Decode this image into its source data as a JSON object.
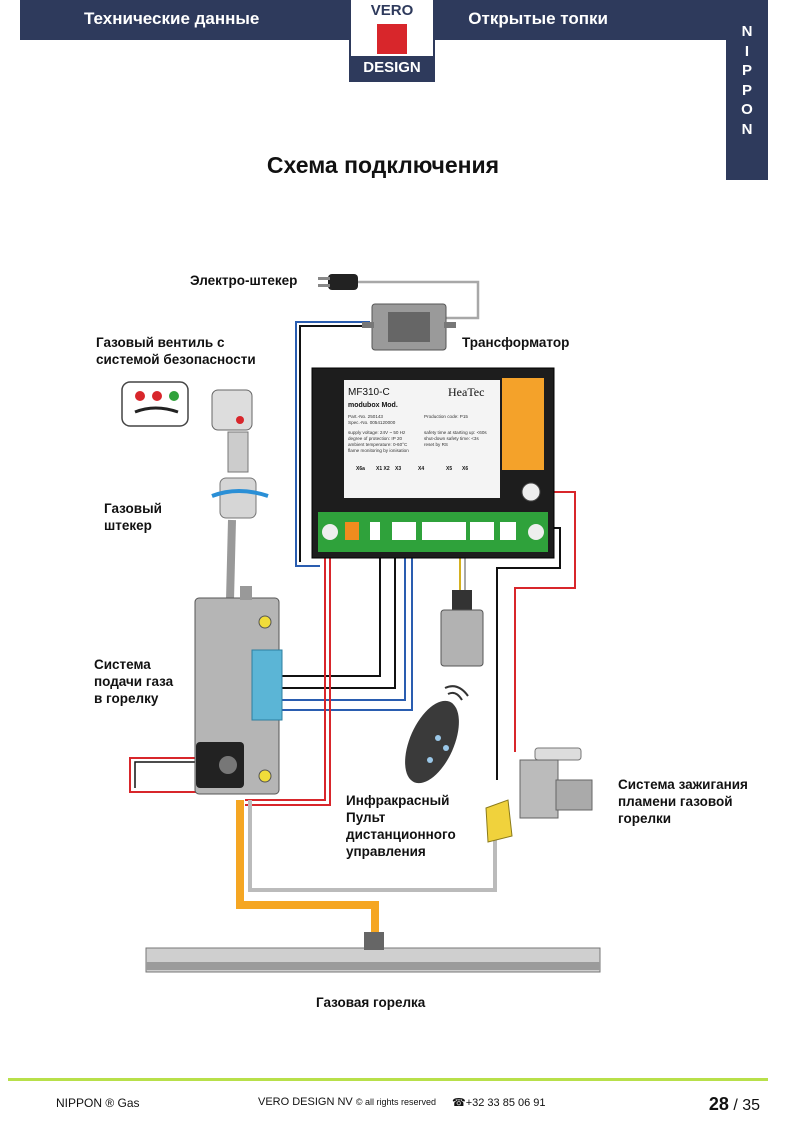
{
  "header": {
    "left_title": "Технические данные",
    "right_title": "Открытые топки",
    "logo_top": "VERO",
    "logo_bottom": "DESIGN",
    "side_letters": [
      "N",
      "I",
      "P",
      "P",
      "O",
      "N"
    ],
    "accent_color": "#2e3a5c",
    "logo_red": "#d8262b"
  },
  "page_title": "Схема подключения",
  "labels": {
    "plug": "Электро-штекер",
    "transformer": "Трансформатор",
    "gas_valve": [
      "Газовый вентиль с",
      "системой безопасности"
    ],
    "gas_plug": [
      "Газовый",
      "штекер"
    ],
    "gas_supply": [
      "Система",
      "подачи газа",
      "в горелку"
    ],
    "remote": [
      "Инфракрасный",
      "Пульт",
      "дистанционного",
      "управления"
    ],
    "ignition": [
      "Система зажигания",
      "пламени газовой",
      "горелки"
    ],
    "burner": "Газовая горелка"
  },
  "control_box": {
    "model": "MF310-C",
    "sub": "modubox  Mod.",
    "brand": "HeaTec",
    "spec_lines": [
      "Part.-No. 250143",
      "Spec.-No. 0054120000",
      "supply voltage: 24V ~ 50 Hz",
      "degree of protection: IP 20",
      "ambient temperature: 0-60°C",
      "flame monitoring by ionisation"
    ],
    "prod_code": "Production code: P15",
    "safety_lines": [
      "safety time at starting up: <60s",
      "shut-down safety time: <3s",
      "reset by RS"
    ],
    "terminals": [
      "X6a",
      "X1 X2",
      "X3",
      "X4",
      "X5",
      "X6"
    ]
  },
  "wire_colors": {
    "blue": "#2a5db0",
    "red": "#d8262b",
    "black": "#111111",
    "grey": "#a8a8a8",
    "gas_orange": "#f5a623",
    "yellow": "#d4b020"
  },
  "footer": {
    "left": "NIPPON",
    "left_reg": "® Gas",
    "center": "VERO DESIGN NV",
    "center_small": "© all rights reserved",
    "phone": "☎+32 33 85 06 91",
    "page": "28",
    "total": "/ 35",
    "line_color": "#b8e04a"
  }
}
